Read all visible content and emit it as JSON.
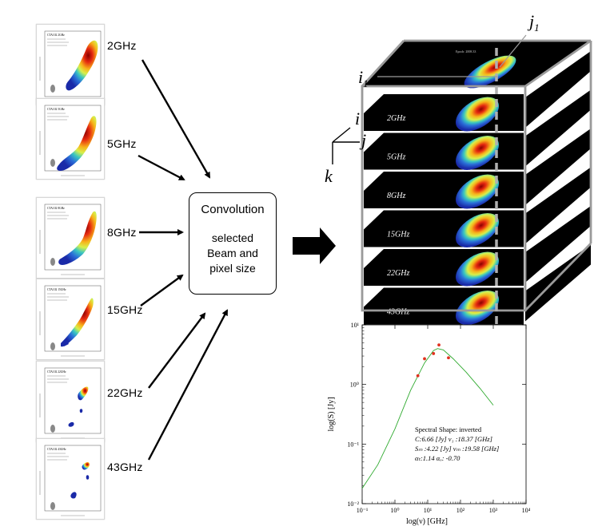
{
  "inputs": [
    {
      "freq_label": "2GHz",
      "thumb_title": "CTA102 2GHz"
    },
    {
      "freq_label": "5GHz",
      "thumb_title": "CTA102 5GHz"
    },
    {
      "freq_label": "8GHz",
      "thumb_title": "CTA102 8GHz"
    },
    {
      "freq_label": "15GHz",
      "thumb_title": "CTA102 15GHz"
    },
    {
      "freq_label": "22GHz",
      "thumb_title": "CTA102 22GHz"
    },
    {
      "freq_label": "43GHz",
      "thumb_title": "CTA102 43GHz"
    }
  ],
  "convolution": {
    "title": "Convolution",
    "line1": "selected",
    "line2": "Beam and",
    "line3": "pixel size"
  },
  "cube": {
    "layers": [
      "2GHz",
      "5GHz",
      "8GHz",
      "15GHz",
      "22GHz",
      "43GHz"
    ],
    "axis_i": "i",
    "axis_j": "j",
    "axis_k": "k",
    "pixel_i": "i",
    "pixel_i_sub": "1",
    "pixel_j": "j",
    "pixel_j_sub": "1",
    "epoch_text": "Epoch: 2008.33"
  },
  "spectrum": {
    "spectral_shape": "Spectral Shape: inverted",
    "param_line1": "C:6.66 [Jy] ν₁ :18.37 [GHz]",
    "param_line2": "Sₘ :4.22 [Jy] νₘ :19.58 [GHz]",
    "param_line3": "αₜ:1.14 αₒ: -0.70",
    "xlabel": "log(ν) [GHz]",
    "ylabel": "log(S) [Jy]",
    "colors": {
      "fit": "#2faa2f",
      "points": "#e0301e"
    }
  },
  "chart_data": {
    "type": "scatter",
    "title": "",
    "xlabel": "log(ν) [GHz]",
    "ylabel": "log(S) [Jy]",
    "x_scale": "log",
    "y_scale": "log",
    "xlim": [
      0.1,
      10000
    ],
    "ylim": [
      0.01,
      10
    ],
    "x_ticks": [
      "10⁻¹",
      "10⁰",
      "10¹",
      "10²",
      "10³",
      "10⁴"
    ],
    "y_ticks": [
      "10⁻²",
      "10⁻¹",
      "10⁰",
      "10¹"
    ],
    "series": [
      {
        "kind": "points",
        "x": [
          5,
          8,
          15,
          22,
          43
        ],
        "y": [
          1.4,
          2.7,
          3.3,
          4.6,
          2.8
        ]
      },
      {
        "kind": "fit_line",
        "x": [
          0.1,
          0.3,
          1,
          3,
          8,
          15,
          20,
          30,
          60,
          150,
          400,
          1000
        ],
        "y": [
          0.018,
          0.045,
          0.18,
          0.8,
          2.3,
          3.7,
          4.0,
          3.8,
          2.7,
          1.6,
          0.85,
          0.45
        ]
      }
    ]
  }
}
